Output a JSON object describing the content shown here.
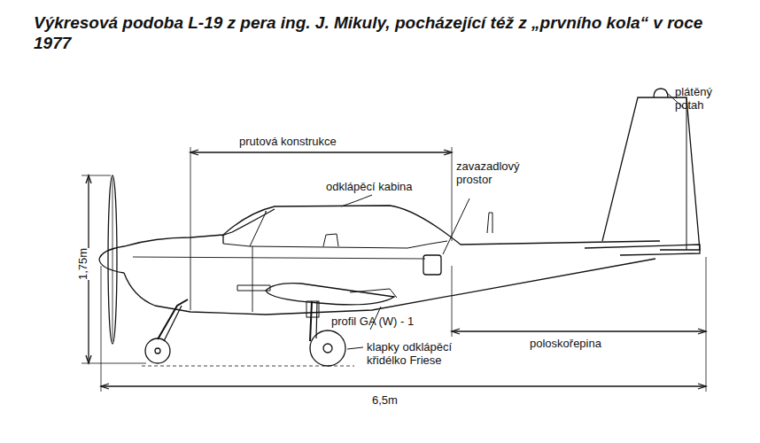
{
  "diagram": {
    "title": "Výkresová podoba L-19 z pera ing. J. Mikuly, pocházející též z „prvního kola“ v roce 1977",
    "labels": [
      "prutová konstrukce",
      "odklápěcí kabina",
      "zavazadlový prostor",
      "plátěný potah",
      "1,75m",
      "profil GA (W) - 1",
      "poloskořepina",
      "klapky odklápěcí křidélko Friese",
      "6,5m"
    ]
  }
}
